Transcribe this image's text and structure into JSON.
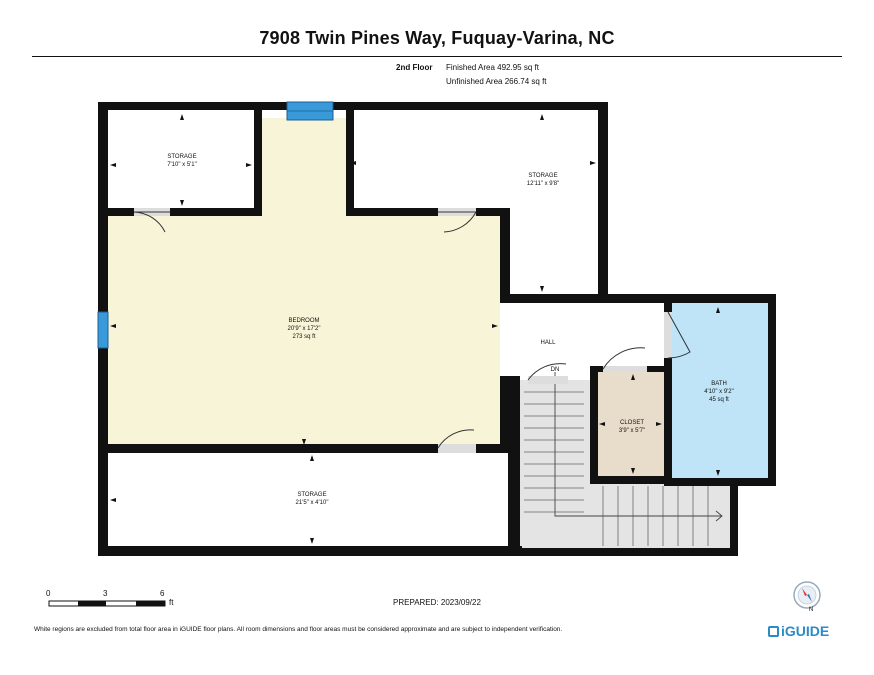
{
  "header": {
    "address": "7908 Twin Pines Way, Fuquay-Varina, NC",
    "floor": "2nd Floor",
    "finished_area": "Finished Area 492.95 sq ft",
    "unfinished_area": "Unfinished Area 266.74 sq ft"
  },
  "rooms": {
    "storage_nw": {
      "name": "STORAGE",
      "dims": "7'10\" x 5'1\""
    },
    "storage_ne": {
      "name": "STORAGE",
      "dims": "12'11\" x 9'8\""
    },
    "bedroom": {
      "name": "BEDROOM",
      "dims": "20'9\" x 17'2\"",
      "area": "273 sq ft"
    },
    "hall": {
      "name": "HALL"
    },
    "dn": {
      "name": "DN"
    },
    "bath": {
      "name": "BATH",
      "dims": "4'10\" x 9'2\"",
      "area": "45 sq ft"
    },
    "closet": {
      "name": "CLOSET",
      "dims": "3'9\" x 5'7\""
    },
    "storage_s": {
      "name": "STORAGE",
      "dims": "21'5\" x 4'10\""
    }
  },
  "scale_bar": {
    "labels": [
      "0",
      "3",
      "6"
    ],
    "unit": "ft"
  },
  "compass": {
    "label": "N"
  },
  "footer": {
    "prepared": "PREPARED: 2023/09/22",
    "disclaimer": "White regions are excluded from total floor area in iGUIDE floor plans. All room dimensions and floor areas must be considered approximate and are subject to independent verification.",
    "brand": "iGUIDE"
  },
  "colors": {
    "wall": "#111111",
    "bedroom_fill": "#f8f4d8",
    "bath_fill": "#bfe3f7",
    "closet_fill": "#e8ddcb",
    "stair_fill": "#e4e4e4",
    "window": "#3a9ad9",
    "brand": "#2b8bc6"
  }
}
